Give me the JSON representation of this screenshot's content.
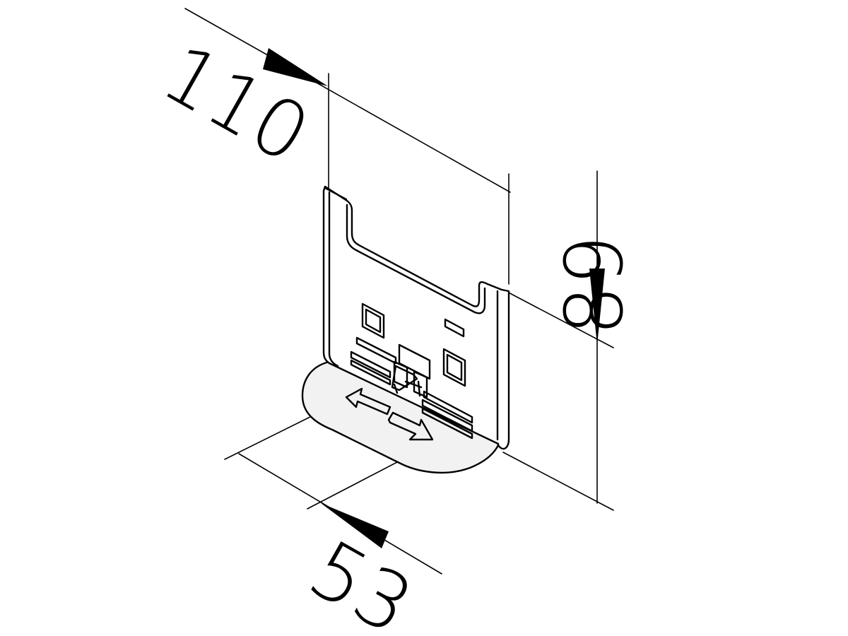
{
  "dimensions": {
    "depth": "110",
    "height": "89",
    "width": "53"
  },
  "colors": {
    "line": "#000000",
    "part_fill": "#ffffff",
    "base_fill": "#f2f2f2",
    "slot_arrow_fill": "#c8c8c8",
    "background": "#ffffff"
  }
}
